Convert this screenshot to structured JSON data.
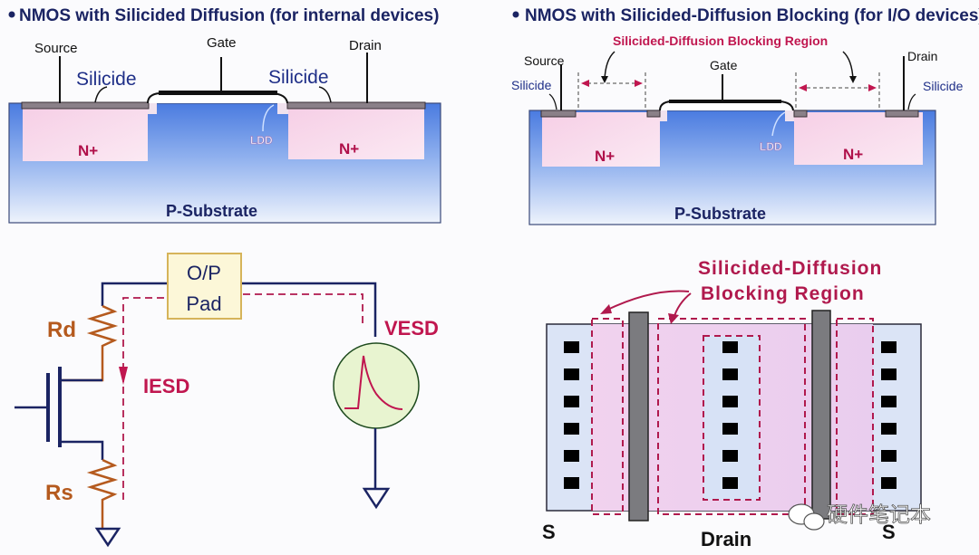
{
  "top_left": {
    "title": "NMOS with Silicided Diffusion (for internal devices)",
    "labels": {
      "source": "Source",
      "gate": "Gate",
      "drain": "Drain",
      "silicide_left": "Silicide",
      "silicide_right": "Silicide",
      "n_plus_left": "N+",
      "n_plus_right": "N+",
      "ldd": "LDD",
      "substrate": "P-Substrate"
    }
  },
  "top_right": {
    "title": "NMOS with Silicided-Diffusion Blocking (for I/O devices)",
    "labels": {
      "blocking_region": "Silicided-Diffusion Blocking Region",
      "source": "Source",
      "gate": "Gate",
      "drain": "Drain",
      "silicide_left": "Silicide",
      "silicide_right": "Silicide",
      "n_plus_left": "N+",
      "n_plus_right": "N+",
      "ldd": "LDD",
      "substrate": "P-Substrate"
    }
  },
  "bottom_left": {
    "pad_line1": "O/P",
    "pad_line2": "Pad",
    "rd": "Rd",
    "rs": "Rs",
    "iesd": "IESD",
    "vesd": "VESD"
  },
  "bottom_right": {
    "region_line1": "Silicided-Diffusion",
    "region_line2": "Blocking Region",
    "source_left": "S",
    "drain": "Drain",
    "source_right": "S",
    "contact_rows": 6,
    "watermark": "硬件笔记本"
  },
  "colors": {
    "substrate_blue": "#5f8fe6",
    "n_plus_pink": "#f7d5ea",
    "silicide_gray": "#8a8088",
    "blocking_red": "#c0164f",
    "wire_navy": "#1b2463",
    "resistor_orange": "#b55a1e",
    "source_green": "#e8f4d0"
  }
}
